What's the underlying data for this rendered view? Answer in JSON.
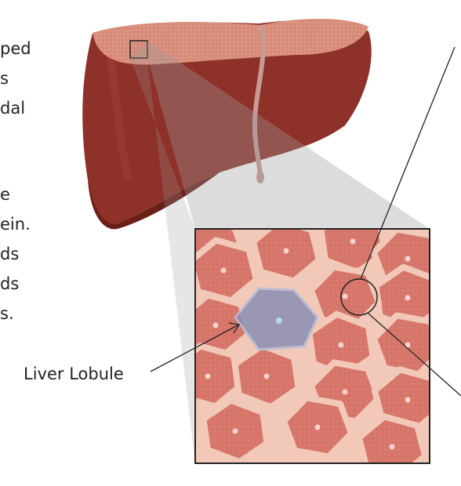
{
  "figure": {
    "labels": {
      "liver_lobule": "Liver Lobule"
    },
    "cropped_text_left": [
      "ped",
      "s",
      "dal",
      "e",
      "ein.",
      "ds",
      "ds",
      "s."
    ],
    "colors": {
      "liver_body": "#8e3128",
      "liver_dark": "#6a2019",
      "liver_cut_surface": "#d9927f",
      "tissue": "#d7766a",
      "tissue_border": "#f2c9b8",
      "lobule_highlight": "#8a8fb4",
      "central_vein": "#f7d3d0",
      "projection": "#9a9a9a",
      "ligament": "#c79a96"
    }
  }
}
